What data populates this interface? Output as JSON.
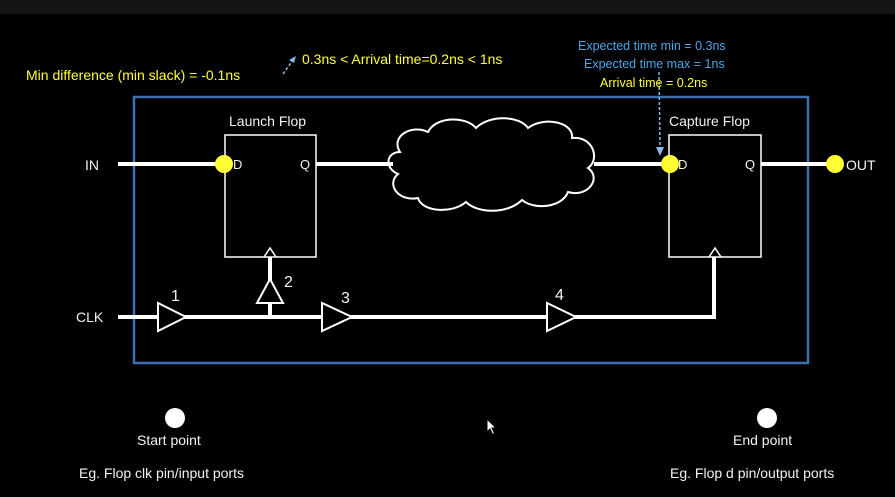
{
  "labels": {
    "min_difference": "Min difference (min slack) = -0.1ns",
    "arrival_window": "0.3ns < Arrival time=0.2ns < 1ns",
    "expected_min": "Expected time min =  0.3ns",
    "expected_max": "Expected time max = 1ns",
    "arrival_time": "Arrival time = 0.2ns",
    "launch_flop": "Launch Flop",
    "capture_flop": "Capture Flop",
    "launch_d": "D",
    "launch_q": "Q",
    "capture_d": "D",
    "capture_q": "Q",
    "in_port": "IN",
    "out_port": "OUT",
    "clk_port": "CLK",
    "buf1": "1",
    "buf2": "2",
    "buf3": "3",
    "buf4": "4",
    "start_point": "Start point",
    "start_example": "Eg. Flop clk pin/input ports",
    "end_point": "End point",
    "end_example": "Eg. Flop d pin/output ports"
  },
  "colors": {
    "background": "#000000",
    "wire": "#ffffff",
    "box_border": "#3f6fb0",
    "node_marker": "#ffff33",
    "yellow_text": "#ffff33",
    "blue_text": "#4aa6e8"
  }
}
